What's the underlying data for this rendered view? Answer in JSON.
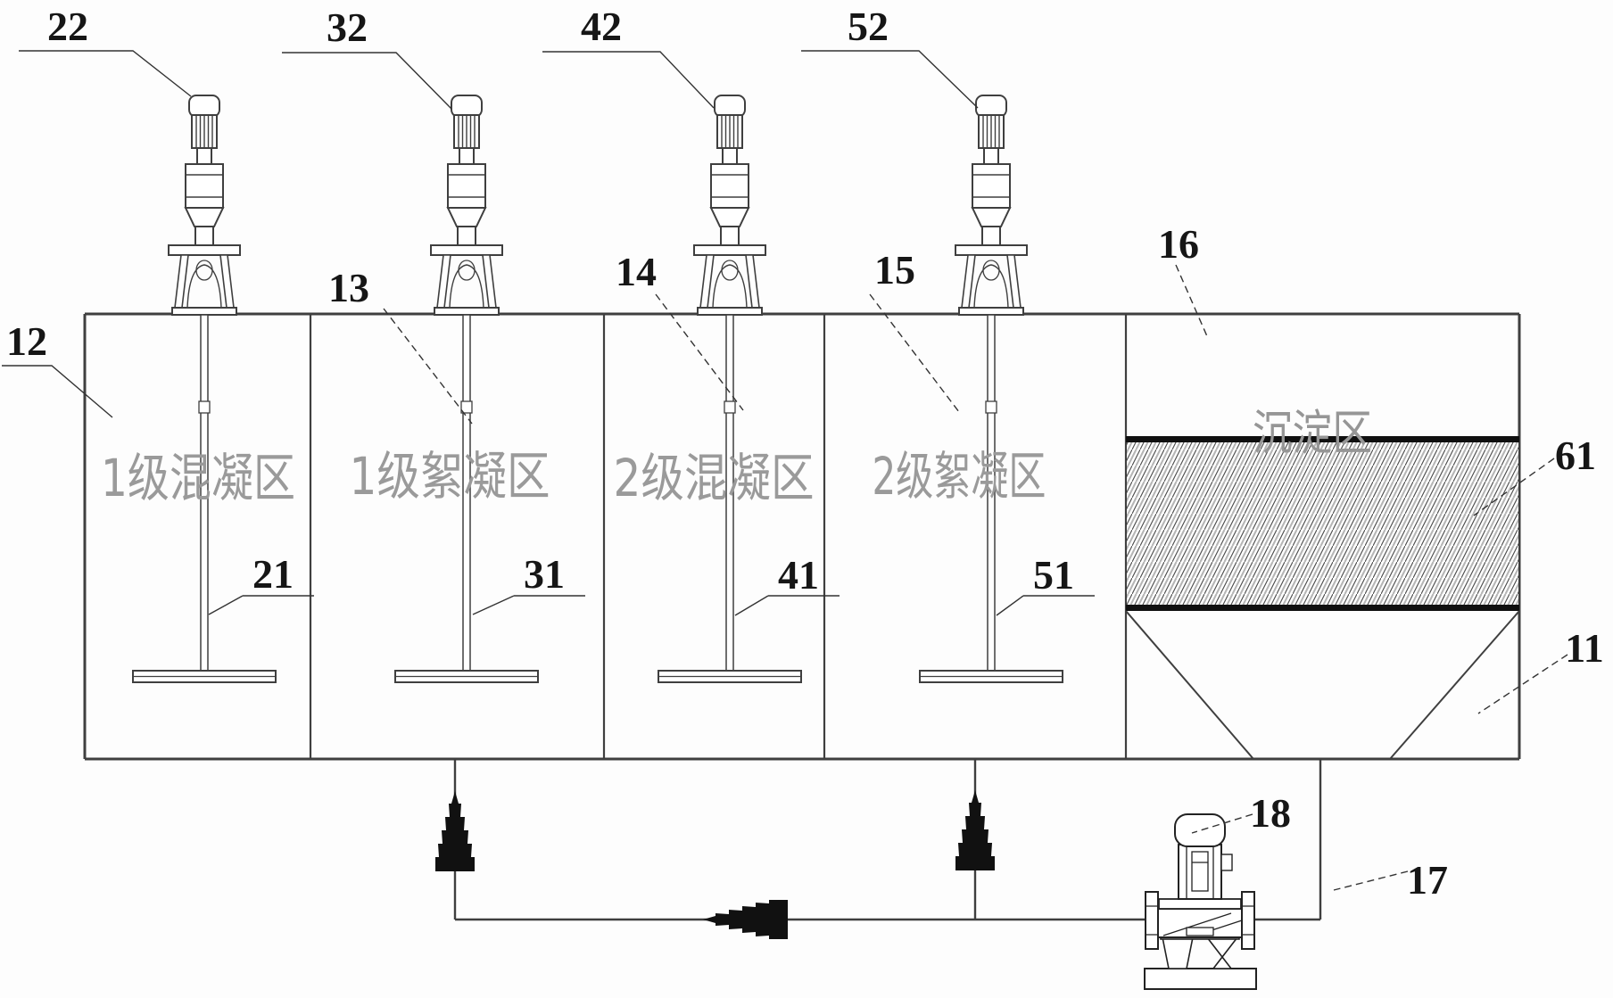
{
  "figure": {
    "background": "#fdfdfd",
    "line_color": "#3f3f3f",
    "thick_line_color": "#101010",
    "zone_text_color": "#9a9a9a",
    "label_color": "#161616"
  },
  "labels": {
    "n22": "22",
    "n32": "32",
    "n42": "42",
    "n52": "52",
    "n12": "12",
    "n13": "13",
    "n14": "14",
    "n15": "15",
    "n16": "16",
    "n21": "21",
    "n31": "31",
    "n41": "41",
    "n51": "51",
    "n61": "61",
    "n11": "11",
    "n17": "17",
    "n18": "18"
  },
  "zones": {
    "zone1": "1级混凝区",
    "zone2": "1级絮凝区",
    "zone3": "2级混凝区",
    "zone4": "2级絮凝区",
    "settling": "沉淀区"
  }
}
